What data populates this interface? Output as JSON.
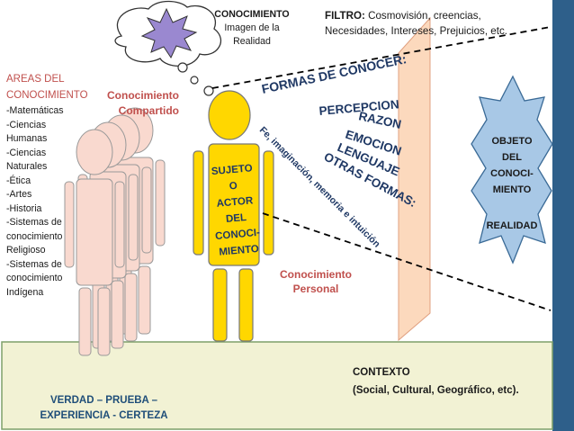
{
  "bubble": {
    "lines": [
      "CONOCIMIENTO",
      "Imagen de la",
      "Realidad"
    ]
  },
  "filtro": {
    "label": "FILTRO:",
    "text": "Cosmovisión, creencias, Necesidades, Intereses, Prejuicios, etc."
  },
  "areas": {
    "title_lines": [
      "AREAS DEL",
      "CONOCIMIENTO"
    ],
    "items": [
      "-Matemáticas",
      "-Ciencias",
      "Humanas",
      "-Ciencias",
      "Naturales",
      "-Ética",
      "-Artes",
      "-Historia",
      "-Sistemas de",
      "conocimiento",
      "Religioso",
      "-Sistemas de",
      "conocimiento",
      "Indígena"
    ]
  },
  "shared": {
    "lines": [
      "Conocimiento",
      "Compartido"
    ]
  },
  "sujeto": {
    "lines": [
      "SUJETO",
      "O",
      "ACTOR",
      "DEL",
      "CONOCI-",
      "MIENTO"
    ]
  },
  "formas": {
    "title": "FORMAS DE CONOCER:",
    "items": [
      "PERCEPCION",
      "RAZON",
      "EMOCION",
      "LENGUAJE",
      "OTRAS FORMAS:"
    ],
    "otras_detail": "Fe, imaginación, memoria e intuición"
  },
  "personal": {
    "lines": [
      "Conocimiento",
      "Personal"
    ]
  },
  "objeto": {
    "lines": [
      "OBJETO",
      "DEL",
      "CONOCI-",
      "MIENTO",
      "",
      "REALIDAD"
    ]
  },
  "contexto": {
    "lines": [
      "CONTEXTO",
      "(Social, Cultural, Geográfico, etc)."
    ]
  },
  "verdad": {
    "lines": [
      "VERDAD – PRUEBA –",
      "EXPERIENCIA - CERTEZA"
    ]
  },
  "colors": {
    "ground": "#f2f2d4",
    "ground_edge": "#7ea06a",
    "figure_fill": "#f9d9cf",
    "actor_fill": "#ffd700",
    "mirror_fill": "#fcd9bd",
    "object_fill": "#a8c8e6",
    "right_bar": "#2e5f8a",
    "burst_fill": "#9a88d0",
    "accent_red": "#c0504d"
  }
}
